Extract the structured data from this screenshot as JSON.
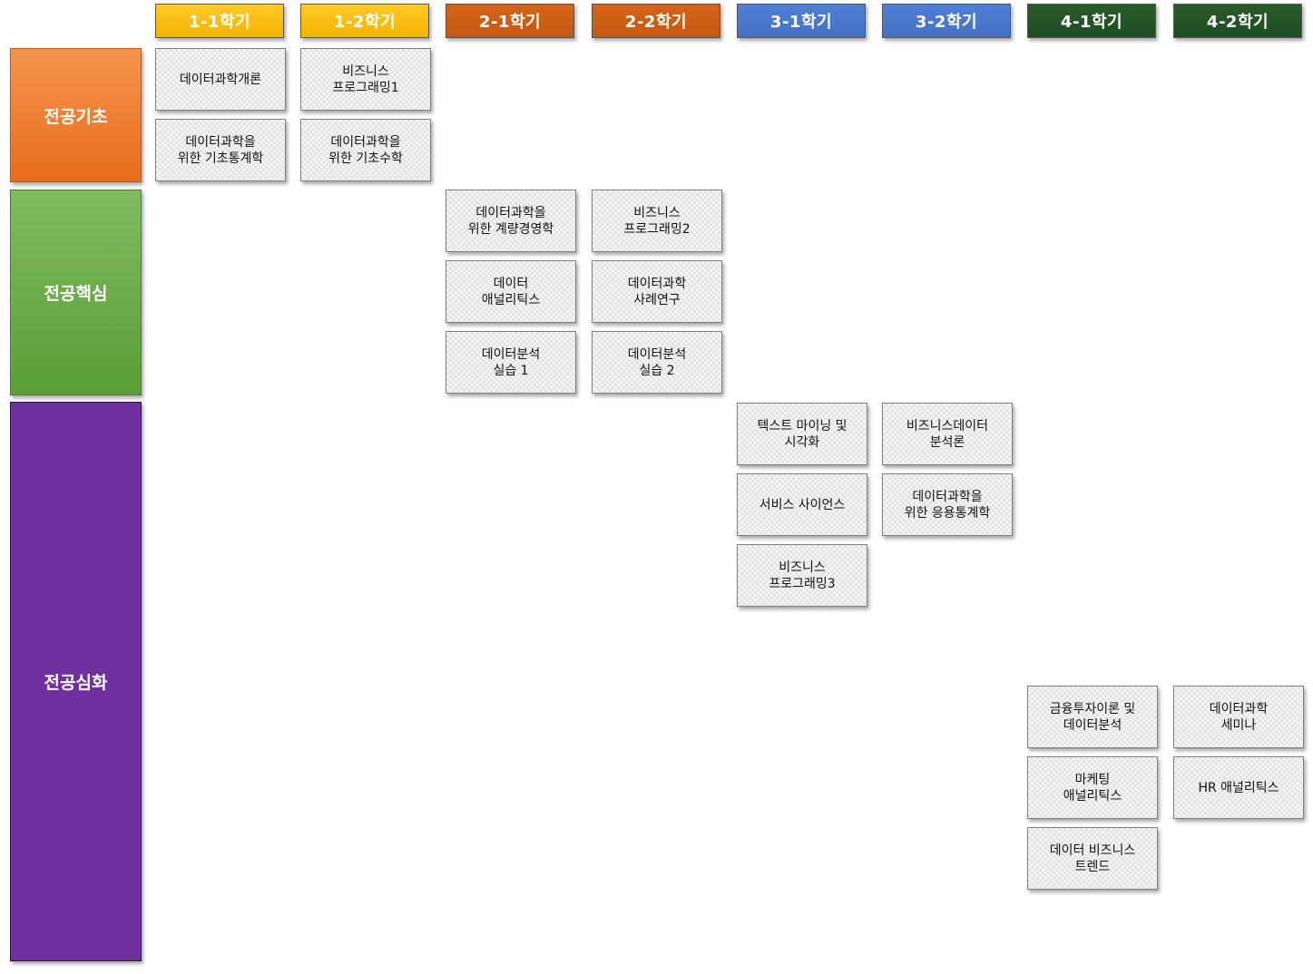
{
  "semesters": [
    {
      "label": "1-1학기"
    },
    {
      "label": "1-2학기"
    },
    {
      "label": "2-1학기"
    },
    {
      "label": "2-2학기"
    },
    {
      "label": "3-1학기"
    },
    {
      "label": "3-2학기"
    },
    {
      "label": "4-1학기"
    },
    {
      "label": "4-2학기"
    }
  ],
  "categories": {
    "basic": "전공기초",
    "core": "전공핵심",
    "advanced": "전공심화"
  },
  "courses": {
    "s11": [
      "데이터과학개론",
      "데이터과학을\n위한 기초통계학"
    ],
    "s12": [
      "비즈니스\n프로그래밍1",
      "데이터과학을\n위한 기초수학"
    ],
    "s21": [
      "데이터과학을\n위한 계량경영학",
      "데이터\n애널리틱스",
      "데이터분석\n실습 1"
    ],
    "s22": [
      "비즈니스\n프로그래밍2",
      "데이터과학\n사례연구",
      "데이터분석\n실습 2"
    ],
    "s31": [
      "텍스트 마이닝 및\n시각화",
      "서비스 사이언스",
      "비즈니스\n프로그래밍3"
    ],
    "s32": [
      "비즈니스데이터\n분석론",
      "데이터과학을\n위한 응용통계학"
    ],
    "s41": [
      "금융투자이론 및\n데이터분석",
      "마케팅\n애널리틱스",
      "데이터 비즈니스\n트렌드"
    ],
    "s42": [
      "데이터과학\n세미나",
      "HR 애널리틱스"
    ]
  }
}
